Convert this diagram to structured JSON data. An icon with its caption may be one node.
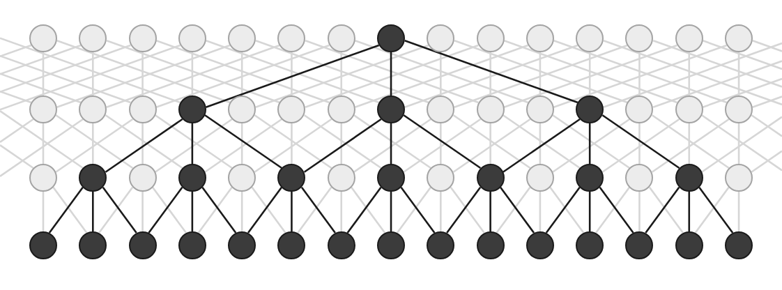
{
  "diagram": {
    "nodes": [
      {
        "text": [],
        "shape": "circle"
      },
      {
        "text": [],
        "shape": "circle"
      },
      {
        "text": [],
        "shape": "circle"
      },
      {
        "text": [],
        "shape": "circle"
      },
      {
        "text": [],
        "shape": "circle"
      },
      {
        "text": [],
        "shape": "circle"
      },
      {
        "text": [],
        "shape": "circle"
      },
      {
        "text": [],
        "shape": "circle"
      },
      {
        "text": [],
        "shape": "circle"
      },
      {
        "text": [],
        "shape": "circle"
      },
      {
        "text": [],
        "shape": "circle"
      },
      {
        "text": [],
        "shape": "circle"
      },
      {
        "text": [],
        "shape": "circle"
      },
      {
        "text": [],
        "shape": "circle"
      },
      {
        "text": [],
        "shape": "circle"
      },
      {
        "text": [],
        "shape": "circle"
      },
      {
        "text": [],
        "shape": "circle"
      },
      {
        "text": [],
        "shape": "circle"
      },
      {
        "text": [],
        "shape": "circle"
      },
      {
        "text": [],
        "shape": "circle"
      },
      {
        "text": [],
        "shape": "circle"
      },
      {
        "text": [],
        "shape": "circle"
      },
      {
        "text": [],
        "shape": "circle"
      },
      {
        "text": [],
        "shape": "circle"
      },
      {
        "text": [],
        "shape": "circle"
      },
      {
        "text": [],
        "shape": "circle"
      },
      {
        "text": [],
        "shape": "circle"
      },
      {
        "text": [],
        "shape": "circle"
      },
      {
        "text": [],
        "shape": "circle"
      },
      {
        "text": [],
        "shape": "circle"
      },
      {
        "text": [],
        "shape": "circle"
      },
      {
        "text": [],
        "shape": "circle"
      },
      {
        "text": [],
        "shape": "circle"
      },
      {
        "text": [],
        "shape": "circle"
      },
      {
        "text": [],
        "shape": "circle"
      },
      {
        "text": [],
        "shape": "circle"
      },
      {
        "text": [],
        "shape": "circle"
      },
      {
        "text": [],
        "shape": "circle"
      },
      {
        "text": [],
        "shape": "circle"
      },
      {
        "text": [],
        "shape": "circle"
      },
      {
        "text": [],
        "shape": "circle"
      },
      {
        "text": [],
        "shape": "circle"
      },
      {
        "text": [],
        "shape": "circle"
      },
      {
        "text": [],
        "shape": "circle"
      },
      {
        "text": [],
        "shape": "circle"
      },
      {
        "text": [],
        "shape": "circle"
      },
      {
        "text": [],
        "shape": "circle"
      },
      {
        "text": [],
        "shape": "circle"
      },
      {
        "text": [],
        "shape": "circle"
      },
      {
        "text": [],
        "shape": "circle"
      },
      {
        "text": [],
        "shape": "circle"
      },
      {
        "text": [],
        "shape": "circle"
      },
      {
        "text": [],
        "shape": "circle"
      },
      {
        "text": [],
        "shape": "circle"
      },
      {
        "text": [],
        "shape": "circle"
      },
      {
        "text": [],
        "shape": "circle"
      },
      {
        "text": [],
        "shape": "circle"
      },
      {
        "text": [],
        "shape": "circle"
      },
      {
        "text": [],
        "shape": "circle"
      },
      {
        "text": [],
        "shape": "circle"
      }
    ],
    "edges": [
      {
        "from": null,
        "to": 15,
        "arrow": "none"
      },
      {
        "from": null,
        "to": 16,
        "arrow": "none"
      },
      {
        "from": null,
        "to": 17,
        "arrow": "none"
      },
      {
        "from": null,
        "to": 18,
        "arrow": "none"
      },
      {
        "from": 0,
        "to": null,
        "arrow": "none"
      },
      {
        "from": 0,
        "to": 15,
        "arrow": "none"
      },
      {
        "from": 0,
        "to": 19,
        "arrow": "none"
      },
      {
        "from": 1,
        "to": null,
        "arrow": "none"
      },
      {
        "from": 1,
        "to": 16,
        "arrow": "none"
      },
      {
        "from": 1,
        "to": 20,
        "arrow": "none"
      },
      {
        "from": 2,
        "to": null,
        "arrow": "none"
      },
      {
        "from": 2,
        "to": 17,
        "arrow": "none"
      },
      {
        "from": 2,
        "to": 21,
        "arrow": "none"
      },
      {
        "from": 3,
        "to": null,
        "arrow": "none"
      },
      {
        "from": 3,
        "to": 18,
        "arrow": "none"
      },
      {
        "from": 3,
        "to": 22,
        "arrow": "none"
      },
      {
        "from": 4,
        "to": 15,
        "arrow": "none"
      },
      {
        "from": 4,
        "to": 19,
        "arrow": "none"
      },
      {
        "from": 4,
        "to": 23,
        "arrow": "none"
      },
      {
        "from": 5,
        "to": 16,
        "arrow": "none"
      },
      {
        "from": 5,
        "to": 20,
        "arrow": "none"
      },
      {
        "from": 5,
        "to": 24,
        "arrow": "none"
      },
      {
        "from": 6,
        "to": 17,
        "arrow": "none"
      },
      {
        "from": 6,
        "to": 21,
        "arrow": "none"
      },
      {
        "from": 6,
        "to": 25,
        "arrow": "none"
      },
      {
        "from": 7,
        "to": 18,
        "arrow": "none",
        "color": "#1a1a1a"
      },
      {
        "from": 7,
        "to": 22,
        "arrow": "none",
        "color": "#1a1a1a"
      },
      {
        "from": 7,
        "to": 26,
        "arrow": "none",
        "color": "#1a1a1a"
      },
      {
        "from": 8,
        "to": 19,
        "arrow": "none"
      },
      {
        "from": 8,
        "to": 23,
        "arrow": "none"
      },
      {
        "from": 8,
        "to": 27,
        "arrow": "none"
      },
      {
        "from": 9,
        "to": 20,
        "arrow": "none"
      },
      {
        "from": 9,
        "to": 24,
        "arrow": "none"
      },
      {
        "from": 9,
        "to": 28,
        "arrow": "none"
      },
      {
        "from": 10,
        "to": 21,
        "arrow": "none"
      },
      {
        "from": 10,
        "to": 25,
        "arrow": "none"
      },
      {
        "from": 10,
        "to": 29,
        "arrow": "none"
      },
      {
        "from": 11,
        "to": 22,
        "arrow": "none"
      },
      {
        "from": 11,
        "to": 26,
        "arrow": "none"
      },
      {
        "from": 11,
        "to": null,
        "arrow": "none"
      },
      {
        "from": 12,
        "to": 23,
        "arrow": "none"
      },
      {
        "from": 12,
        "to": 27,
        "arrow": "none"
      },
      {
        "from": 12,
        "to": null,
        "arrow": "none"
      },
      {
        "from": 13,
        "to": 24,
        "arrow": "none"
      },
      {
        "from": 13,
        "to": 28,
        "arrow": "none"
      },
      {
        "from": 13,
        "to": null,
        "arrow": "none"
      },
      {
        "from": 14,
        "to": 25,
        "arrow": "none"
      },
      {
        "from": 14,
        "to": 29,
        "arrow": "none"
      },
      {
        "from": 14,
        "to": null,
        "arrow": "none"
      },
      {
        "from": null,
        "to": 26,
        "arrow": "none"
      },
      {
        "from": null,
        "to": 27,
        "arrow": "none"
      },
      {
        "from": null,
        "to": 28,
        "arrow": "none"
      },
      {
        "from": null,
        "to": 29,
        "arrow": "none"
      },
      {
        "from": null,
        "to": 30,
        "arrow": "none"
      },
      {
        "from": null,
        "to": 31,
        "arrow": "none"
      },
      {
        "from": 15,
        "to": null,
        "arrow": "none"
      },
      {
        "from": 15,
        "to": 30,
        "arrow": "none"
      },
      {
        "from": 15,
        "to": 32,
        "arrow": "none"
      },
      {
        "from": 16,
        "to": null,
        "arrow": "none"
      },
      {
        "from": 16,
        "to": 31,
        "arrow": "none"
      },
      {
        "from": 16,
        "to": 33,
        "arrow": "none"
      },
      {
        "from": 17,
        "to": 30,
        "arrow": "none"
      },
      {
        "from": 17,
        "to": 32,
        "arrow": "none"
      },
      {
        "from": 17,
        "to": 34,
        "arrow": "none"
      },
      {
        "from": 18,
        "to": 31,
        "arrow": "none",
        "color": "#1a1a1a"
      },
      {
        "from": 18,
        "to": 33,
        "arrow": "none",
        "color": "#1a1a1a"
      },
      {
        "from": 18,
        "to": 35,
        "arrow": "none",
        "color": "#1a1a1a"
      },
      {
        "from": 19,
        "to": 32,
        "arrow": "none"
      },
      {
        "from": 19,
        "to": 34,
        "arrow": "none"
      },
      {
        "from": 19,
        "to": 36,
        "arrow": "none"
      },
      {
        "from": 20,
        "to": 33,
        "arrow": "none"
      },
      {
        "from": 20,
        "to": 35,
        "arrow": "none"
      },
      {
        "from": 20,
        "to": 37,
        "arrow": "none"
      },
      {
        "from": 21,
        "to": 34,
        "arrow": "none"
      },
      {
        "from": 21,
        "to": 36,
        "arrow": "none"
      },
      {
        "from": 21,
        "to": 38,
        "arrow": "none"
      },
      {
        "from": 22,
        "to": 35,
        "arrow": "none",
        "color": "#1a1a1a"
      },
      {
        "from": 22,
        "to": 37,
        "arrow": "none",
        "color": "#1a1a1a"
      },
      {
        "from": 22,
        "to": 39,
        "arrow": "none",
        "color": "#1a1a1a"
      },
      {
        "from": 23,
        "to": 36,
        "arrow": "none"
      },
      {
        "from": 23,
        "to": 38,
        "arrow": "none"
      },
      {
        "from": 23,
        "to": 40,
        "arrow": "none"
      },
      {
        "from": 24,
        "to": 37,
        "arrow": "none"
      },
      {
        "from": 24,
        "to": 39,
        "arrow": "none"
      },
      {
        "from": 24,
        "to": 41,
        "arrow": "none"
      },
      {
        "from": 25,
        "to": 38,
        "arrow": "none"
      },
      {
        "from": 25,
        "to": 40,
        "arrow": "none"
      },
      {
        "from": 25,
        "to": 42,
        "arrow": "none"
      },
      {
        "from": 26,
        "to": 39,
        "arrow": "none",
        "color": "#1a1a1a"
      },
      {
        "from": 26,
        "to": 41,
        "arrow": "none",
        "color": "#1a1a1a"
      },
      {
        "from": 26,
        "to": 43,
        "arrow": "none",
        "color": "#1a1a1a"
      },
      {
        "from": 27,
        "to": 40,
        "arrow": "none"
      },
      {
        "from": 27,
        "to": 42,
        "arrow": "none"
      },
      {
        "from": 27,
        "to": 44,
        "arrow": "none"
      },
      {
        "from": 28,
        "to": 41,
        "arrow": "none"
      },
      {
        "from": 28,
        "to": 43,
        "arrow": "none"
      },
      {
        "from": 28,
        "to": null,
        "arrow": "none"
      },
      {
        "from": 29,
        "to": 42,
        "arrow": "none"
      },
      {
        "from": 29,
        "to": 44,
        "arrow": "none"
      },
      {
        "from": 29,
        "to": null,
        "arrow": "none"
      },
      {
        "from": null,
        "to": 43,
        "arrow": "none"
      },
      {
        "from": null,
        "to": 44,
        "arrow": "none"
      },
      {
        "from": 30,
        "to": 45,
        "arrow": "none"
      },
      {
        "from": 30,
        "to": 46,
        "arrow": "none"
      },
      {
        "from": 31,
        "to": 45,
        "arrow": "none",
        "color": "#1a1a1a"
      },
      {
        "from": 31,
        "to": 46,
        "arrow": "none",
        "color": "#1a1a1a"
      },
      {
        "from": 31,
        "to": 47,
        "arrow": "none",
        "color": "#1a1a1a"
      },
      {
        "from": 32,
        "to": 46,
        "arrow": "none"
      },
      {
        "from": 32,
        "to": 47,
        "arrow": "none"
      },
      {
        "from": 32,
        "to": 48,
        "arrow": "none"
      },
      {
        "from": 33,
        "to": 47,
        "arrow": "none",
        "color": "#1a1a1a"
      },
      {
        "from": 33,
        "to": 48,
        "arrow": "none",
        "color": "#1a1a1a"
      },
      {
        "from": 33,
        "to": 49,
        "arrow": "none",
        "color": "#1a1a1a"
      },
      {
        "from": 34,
        "to": 48,
        "arrow": "none"
      },
      {
        "from": 34,
        "to": 49,
        "arrow": "none"
      },
      {
        "from": 34,
        "to": 50,
        "arrow": "none"
      },
      {
        "from": 35,
        "to": 49,
        "arrow": "none",
        "color": "#1a1a1a"
      },
      {
        "from": 35,
        "to": 50,
        "arrow": "none",
        "color": "#1a1a1a"
      },
      {
        "from": 35,
        "to": 51,
        "arrow": "none",
        "color": "#1a1a1a"
      },
      {
        "from": 36,
        "to": 50,
        "arrow": "none"
      },
      {
        "from": 36,
        "to": 51,
        "arrow": "none"
      },
      {
        "from": 36,
        "to": 52,
        "arrow": "none"
      },
      {
        "from": 37,
        "to": 51,
        "arrow": "none",
        "color": "#1a1a1a"
      },
      {
        "from": 37,
        "to": 52,
        "arrow": "none",
        "color": "#1a1a1a"
      },
      {
        "from": 37,
        "to": 53,
        "arrow": "none",
        "color": "#1a1a1a"
      },
      {
        "from": 38,
        "to": 52,
        "arrow": "none"
      },
      {
        "from": 38,
        "to": 53,
        "arrow": "none"
      },
      {
        "from": 38,
        "to": 54,
        "arrow": "none"
      },
      {
        "from": 39,
        "to": 53,
        "arrow": "none",
        "color": "#1a1a1a"
      },
      {
        "from": 39,
        "to": 54,
        "arrow": "none",
        "color": "#1a1a1a"
      },
      {
        "from": 39,
        "to": 55,
        "arrow": "none",
        "color": "#1a1a1a"
      },
      {
        "from": 40,
        "to": 54,
        "arrow": "none"
      },
      {
        "from": 40,
        "to": 55,
        "arrow": "none"
      },
      {
        "from": 40,
        "to": 56,
        "arrow": "none"
      },
      {
        "from": 41,
        "to": 55,
        "arrow": "none",
        "color": "#1a1a1a"
      },
      {
        "from": 41,
        "to": 56,
        "arrow": "none",
        "color": "#1a1a1a"
      },
      {
        "from": 41,
        "to": 57,
        "arrow": "none",
        "color": "#1a1a1a"
      },
      {
        "from": 42,
        "to": 56,
        "arrow": "none"
      },
      {
        "from": 42,
        "to": 57,
        "arrow": "none"
      },
      {
        "from": 42,
        "to": 58,
        "arrow": "none"
      },
      {
        "from": 43,
        "to": 57,
        "arrow": "none",
        "color": "#1a1a1a"
      },
      {
        "from": 43,
        "to": 58,
        "arrow": "none",
        "color": "#1a1a1a"
      },
      {
        "from": 43,
        "to": 59,
        "arrow": "none",
        "color": "#1a1a1a"
      },
      {
        "from": 44,
        "to": 58,
        "arrow": "none"
      },
      {
        "from": 44,
        "to": 59,
        "arrow": "none"
      }
    ]
  }
}
